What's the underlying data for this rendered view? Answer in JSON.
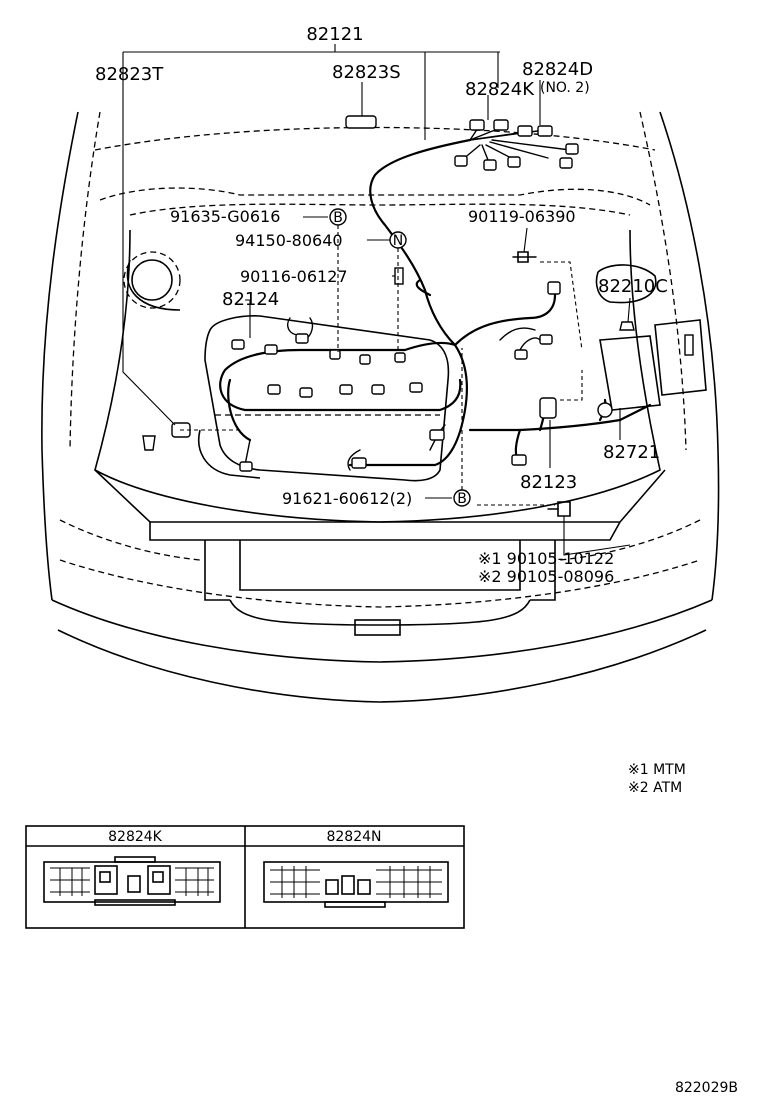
{
  "parts": {
    "p82121": "82121",
    "p82823T": "82823T",
    "p82823S": "82823S",
    "p82824D": "82824D",
    "p82824D_sub": "(NO. 2)",
    "p82824K": "82824K",
    "p91635": "91635-G0616",
    "p94150": "94150-80640",
    "p90116": "90116-06127",
    "p82124": "82124",
    "p90119": "90119-06390",
    "p82210C": "82210C",
    "p82721": "82721",
    "p82123": "82123",
    "p91621": "91621-60612(2)",
    "p90105a": "※1 90105-10122",
    "p90105b": "※2 90105-08096"
  },
  "symbols": {
    "b1": "B",
    "n1": "N",
    "b2": "B"
  },
  "legend": {
    "note1": "※1 MTM",
    "note2": "※2 ATM"
  },
  "connector_table": {
    "col1_header": "82824K",
    "col2_header": "82824N"
  },
  "figure_code": "822029B"
}
